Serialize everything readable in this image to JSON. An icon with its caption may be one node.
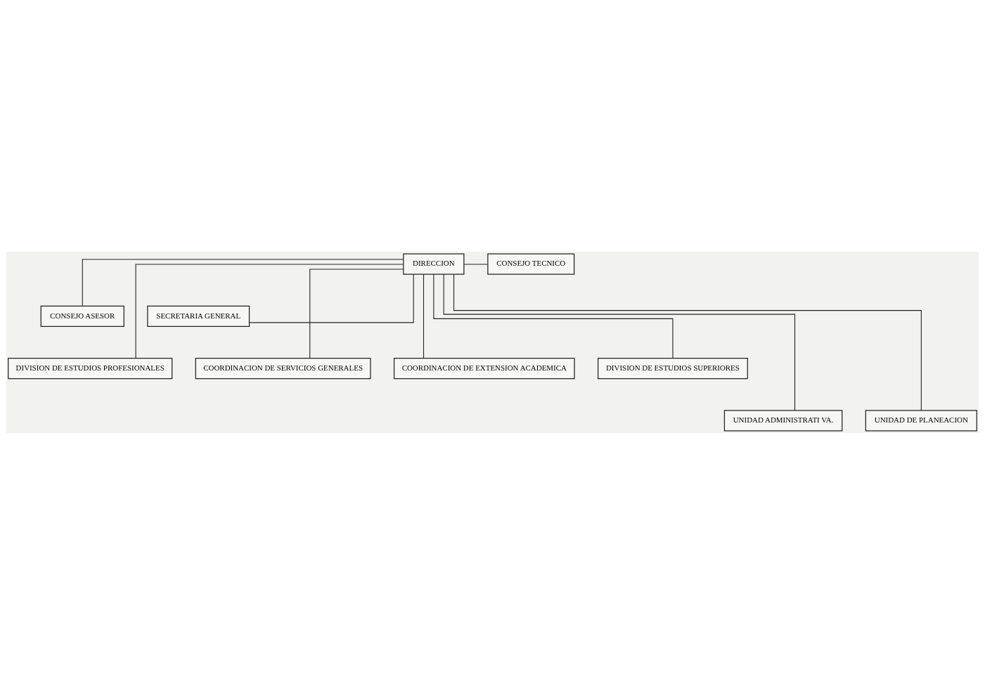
{
  "diagram": {
    "nodes": [
      {
        "text": [
          "DIRECCION"
        ]
      },
      {
        "text": [
          "CONSEJO TECNICO"
        ]
      },
      {
        "text": [
          "CONSEJO ASESOR"
        ]
      },
      {
        "text": [
          "SECRETARIA GENERAL"
        ]
      },
      {
        "text": [
          "DIVISION DE ESTUDIOS PROFESIONALES"
        ]
      },
      {
        "text": [
          "COORDINACION DE SERVICIOS GENERALES"
        ]
      },
      {
        "text": [
          "COORDINACION DE EXTENSION ACADEMICA"
        ]
      },
      {
        "text": [
          "DIVISION DE ESTUDIOS SUPERIORES"
        ]
      },
      {
        "text": [
          "UNIDAD ADMINISTRATI VA."
        ]
      },
      {
        "text": [
          "UNIDAD DE PLANEACION"
        ]
      }
    ],
    "edges": [
      {
        "from": 0,
        "to": 1,
        "arrow": "none"
      },
      {
        "from": 0,
        "to": 2,
        "arrow": "none"
      },
      {
        "from": 0,
        "to": 3,
        "arrow": "none"
      },
      {
        "from": 0,
        "to": 4,
        "arrow": "none"
      },
      {
        "from": 0,
        "to": 5,
        "arrow": "none"
      },
      {
        "from": 0,
        "to": 6,
        "arrow": "none"
      },
      {
        "from": 0,
        "to": 7,
        "arrow": "none"
      },
      {
        "from": 0,
        "to": 8,
        "arrow": "none"
      },
      {
        "from": 0,
        "to": 9,
        "arrow": "none"
      }
    ]
  }
}
